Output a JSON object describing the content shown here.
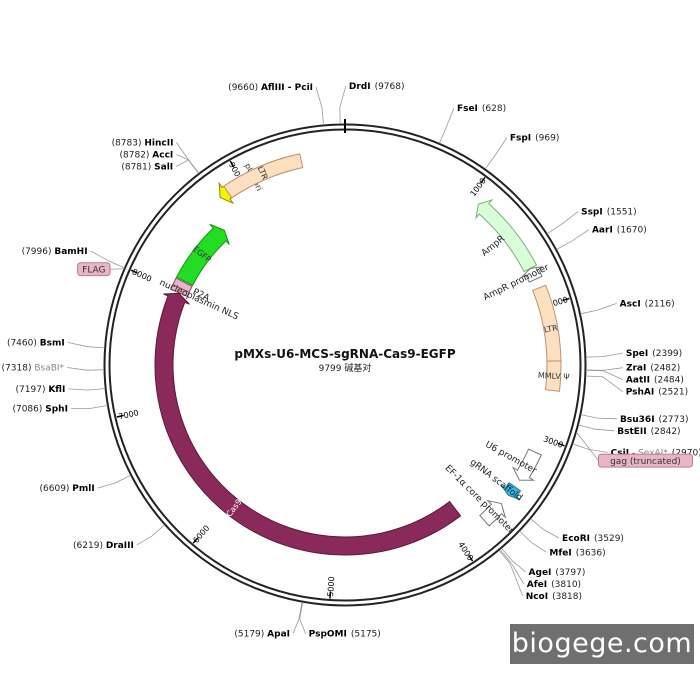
{
  "plasmid": {
    "name": "pMXs-U6-MCS-sgRNA-Cas9-EGFP",
    "size_label": "9799 碱基对",
    "length": 9799
  },
  "colors": {
    "backbone": "#222222",
    "ori": "#f5f500",
    "ampr": "#d8ffd8",
    "ltr": "#fde0c0",
    "egfp": "#22dd22",
    "cas9": "#8a2a5a",
    "promoter": "#ffffff",
    "u6_sgrna": "#29b6e8",
    "chip_fill": "#e8b4c8",
    "chip_stroke": "#b06080"
  },
  "ticks": [
    "1000",
    "2000",
    "3000",
    "4000",
    "5000",
    "6000",
    "7000",
    "8000",
    "9000"
  ],
  "features": [
    {
      "name": "pUC ori",
      "start": 8800,
      "end": 9390,
      "dir": "ccw",
      "track": "outer",
      "kind": "ori",
      "label_mode": "inside"
    },
    {
      "name": "AmpR",
      "start": 1080,
      "end": 1700,
      "dir": "ccw",
      "track": "outer",
      "kind": "ampr",
      "label_mode": "in"
    },
    {
      "name": "AmpR promoter",
      "start": 1700,
      "end": 1790,
      "dir": "ccw",
      "track": "outer",
      "kind": "promoter",
      "label_mode": "in"
    },
    {
      "name": "LTR",
      "start": 1860,
      "end": 2490,
      "dir": "none",
      "track": "outer",
      "kind": "ltr",
      "label_mode": "inside"
    },
    {
      "name": "LTR",
      "start": 8870,
      "end": 9470,
      "dir": "none",
      "track": "outer",
      "kind": "ltr",
      "label_mode": "inside"
    },
    {
      "name": "MMLV Ψ",
      "start": 2420,
      "end": 2640,
      "dir": "none",
      "track": "outer",
      "kind": "ltr",
      "label_mode": "inside"
    },
    {
      "name": "U6 promoter",
      "start": 3120,
      "end": 3360,
      "dir": "cw",
      "track": "outer",
      "kind": "promoter",
      "label_mode": "in"
    },
    {
      "name": "gRNA scaffold",
      "start": 3420,
      "end": 3500,
      "dir": "cw",
      "track": "outer",
      "kind": "u6",
      "label_mode": "in"
    },
    {
      "name": "EF-1α core promoter",
      "start": 3580,
      "end": 3760,
      "dir": "ccw",
      "track": "outer",
      "kind": "promoter",
      "label_mode": "in"
    },
    {
      "name": "EGFP",
      "start": 8100,
      "end": 8660,
      "dir": "cw",
      "track": "inner",
      "kind": "egfp",
      "label_mode": "inside"
    },
    {
      "name": "P2A",
      "start": 8030,
      "end": 8090,
      "dir": "none",
      "track": "inner",
      "kind": "p2a",
      "label_mode": "in"
    },
    {
      "name": "nucleoplasmin NLS",
      "start": 7990,
      "end": 8030,
      "dir": "none",
      "track": "inner",
      "kind": "p2a",
      "label_mode": "in"
    },
    {
      "name": "Cas9",
      "start": 3880,
      "end": 7985,
      "dir": "cw",
      "track": "inner",
      "kind": "cas9",
      "label_mode": "inside"
    }
  ],
  "sites": [
    {
      "name": "DrdI",
      "pos": "9768",
      "bp": 9768,
      "side": "right"
    },
    {
      "name": "AflIII - PciI",
      "pos": "9660",
      "bp": 9660,
      "side": "left"
    },
    {
      "name": "FseI",
      "pos": "628",
      "bp": 628,
      "side": "right"
    },
    {
      "name": "FspI",
      "pos": "969",
      "bp": 969,
      "side": "right"
    },
    {
      "name": "SspI",
      "pos": "1551",
      "bp": 1551,
      "side": "right"
    },
    {
      "name": "AarI",
      "pos": "1670",
      "bp": 1670,
      "side": "right"
    },
    {
      "name": "AscI",
      "pos": "2116",
      "bp": 2116,
      "side": "right"
    },
    {
      "name": "SpeI",
      "pos": "2399",
      "bp": 2399,
      "side": "right"
    },
    {
      "name": "ZraI",
      "pos": "2482",
      "bp": 2482,
      "side": "right"
    },
    {
      "name": "AatII",
      "pos": "2484",
      "bp": 2484,
      "side": "right"
    },
    {
      "name": "PshAI",
      "pos": "2521",
      "bp": 2521,
      "side": "right"
    },
    {
      "name": "Bsu36I",
      "pos": "2773",
      "bp": 2773,
      "side": "right"
    },
    {
      "name": "BstEII",
      "pos": "2842",
      "bp": 2842,
      "side": "right"
    },
    {
      "name": "CsiI",
      "extra": "SexAI*",
      "pos": "2970",
      "bp": 2970,
      "side": "right"
    },
    {
      "name": "EcoRI",
      "pos": "3529",
      "bp": 3529,
      "side": "right"
    },
    {
      "name": "MfeI",
      "pos": "3636",
      "bp": 3636,
      "side": "right"
    },
    {
      "name": "AgeI",
      "pos": "3797",
      "bp": 3797,
      "side": "right"
    },
    {
      "name": "AfeI",
      "pos": "3810",
      "bp": 3810,
      "side": "right"
    },
    {
      "name": "NcoI",
      "pos": "3818",
      "bp": 3818,
      "side": "right"
    },
    {
      "name": "PspOMI",
      "pos": "5175",
      "bp": 5175,
      "side": "right"
    },
    {
      "name": "ApaI",
      "pos": "5179",
      "bp": 5179,
      "side": "left"
    },
    {
      "name": "DraIII",
      "pos": "6219",
      "bp": 6219,
      "side": "left"
    },
    {
      "name": "PmlI",
      "pos": "6609",
      "bp": 6609,
      "side": "left"
    },
    {
      "name": "SphI",
      "pos": "7086",
      "bp": 7086,
      "side": "left"
    },
    {
      "name": "KflI",
      "pos": "7197",
      "bp": 7197,
      "side": "left"
    },
    {
      "name": "BsaBI*",
      "pos": "7318",
      "bp": 7318,
      "side": "left",
      "gray": true
    },
    {
      "name": "BsmI",
      "pos": "7460",
      "bp": 7460,
      "side": "left"
    },
    {
      "name": "BamHI",
      "pos": "7996",
      "bp": 7996,
      "side": "left"
    },
    {
      "name": "SalI",
      "pos": "8781",
      "bp": 8781,
      "side": "left"
    },
    {
      "name": "AccI",
      "pos": "8782",
      "bp": 8782,
      "side": "left"
    },
    {
      "name": "HincII",
      "pos": "8783",
      "bp": 8783,
      "side": "left"
    }
  ],
  "chips": [
    {
      "text": "FLAG",
      "bp": 7990,
      "side": "left"
    },
    {
      "text": "gag (truncated)",
      "bp": 2890,
      "side": "right"
    }
  ],
  "watermark": "biogege.com"
}
